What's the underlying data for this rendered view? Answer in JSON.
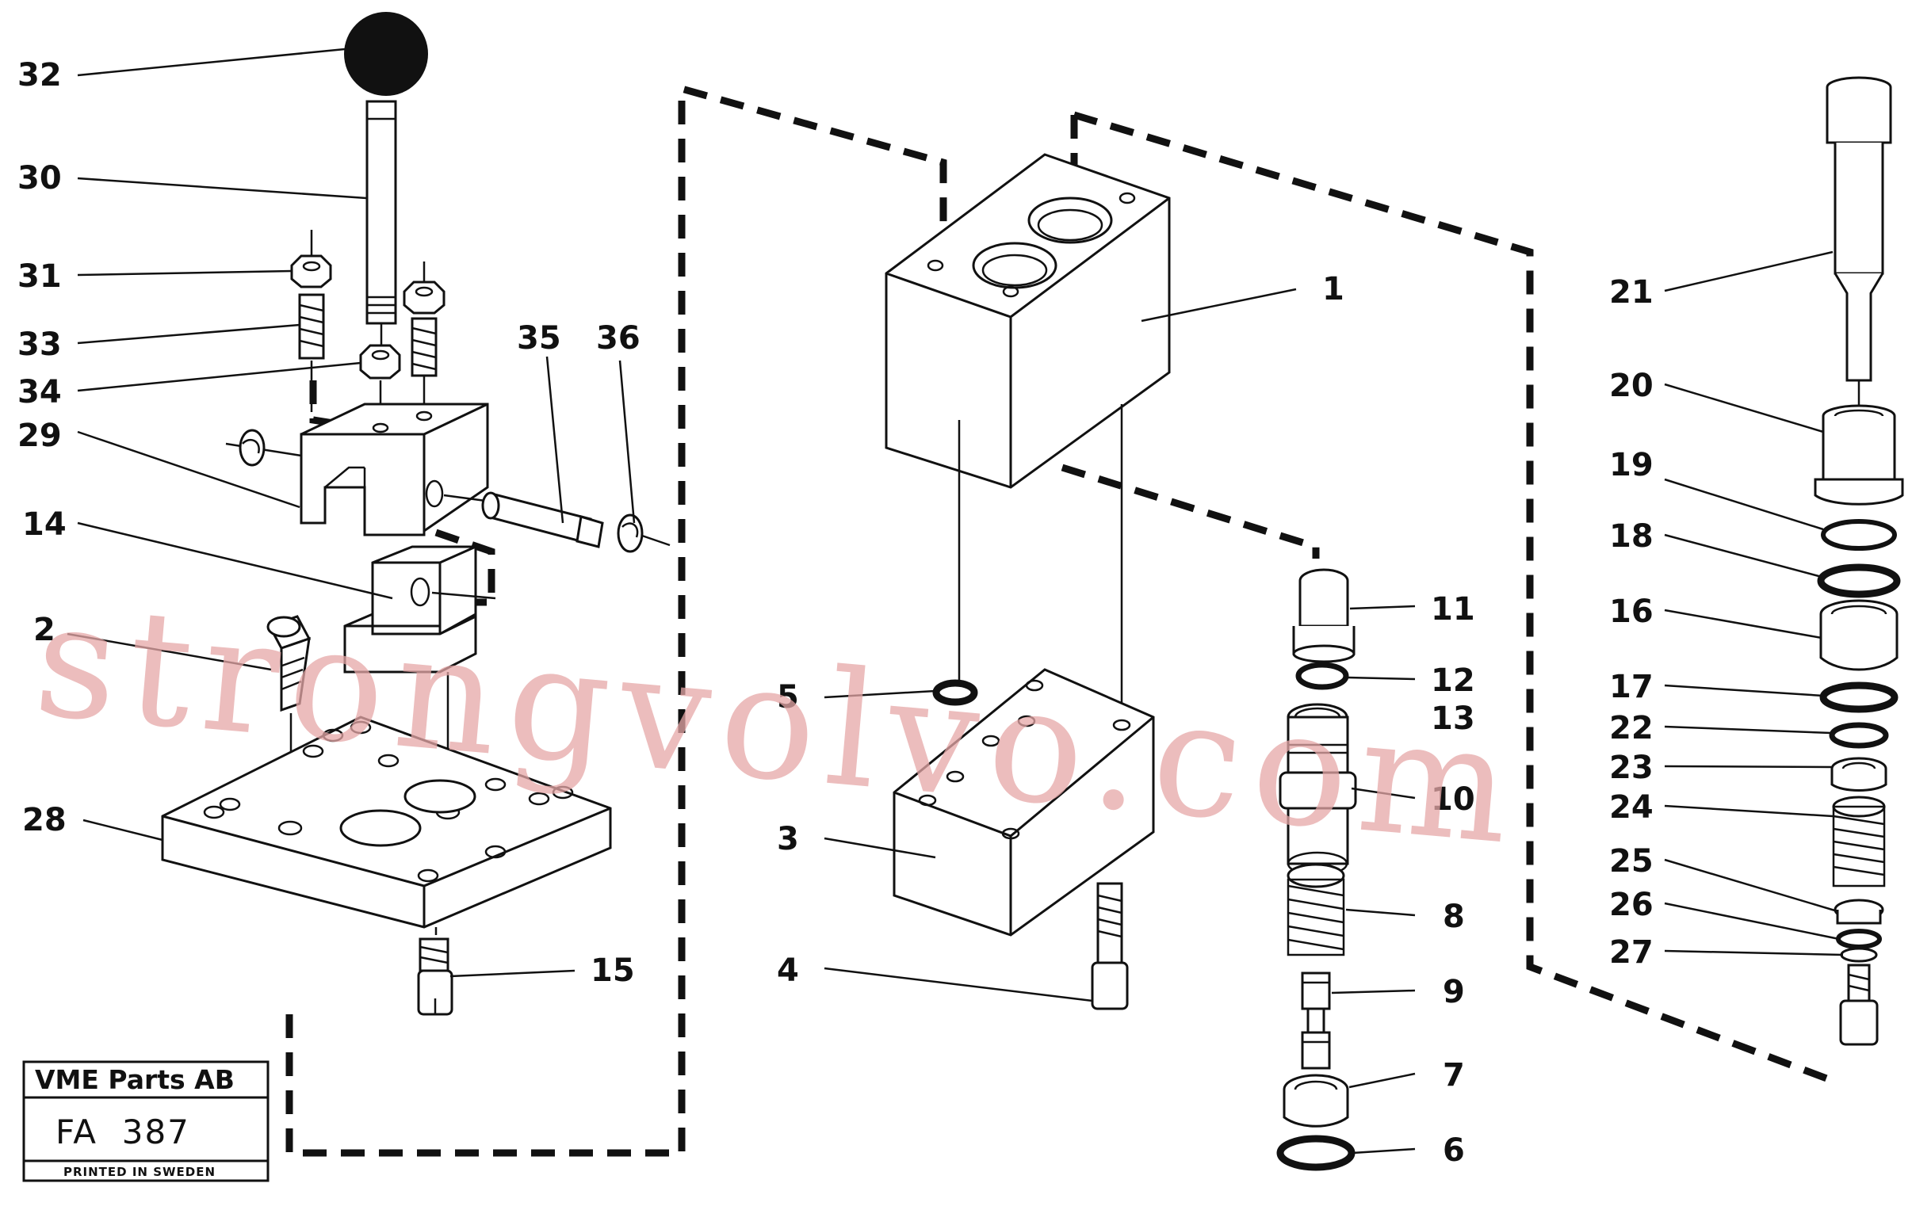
{
  "labels": {
    "l1": "1",
    "l2": "2",
    "l3": "3",
    "l4": "4",
    "l5": "5",
    "l6": "6",
    "l7": "7",
    "l8": "8",
    "l9": "9",
    "l10": "10",
    "l11": "11",
    "l12": "12",
    "l13": "13",
    "l14": "14",
    "l15": "15",
    "l16": "16",
    "l17": "17",
    "l18": "18",
    "l19": "19",
    "l20": "20",
    "l21": "21",
    "l22": "22",
    "l23": "23",
    "l24": "24",
    "l25": "25",
    "l26": "26",
    "l27": "27",
    "l28": "28",
    "l29": "29",
    "l30": "30",
    "l31": "31",
    "l32": "32",
    "l33": "33",
    "l34": "34",
    "l35": "35",
    "l36": "36"
  },
  "title_box": {
    "company": "VME Parts AB",
    "code": "FA  387",
    "printed": "PRINTED IN SWEDEN"
  },
  "watermark": "strongvolvo.com"
}
